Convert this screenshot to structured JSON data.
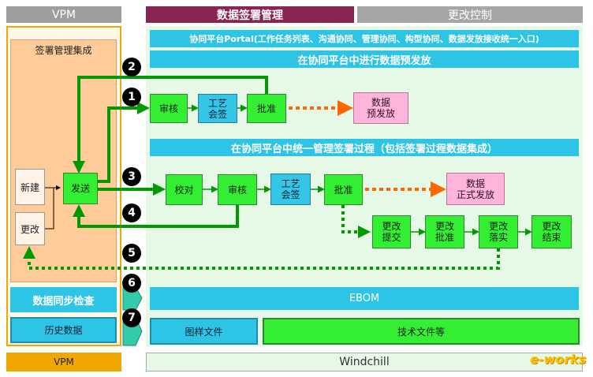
{
  "headers": {
    "vpm_top": "VPM",
    "data_signoff_mgmt": "数据签署管理",
    "change_control": "更改控制"
  },
  "left_panel": {
    "title": "签署管理集成",
    "new_label": "新建",
    "change_label": "更改",
    "send_label": "发送",
    "sync_check": "数据同步检查",
    "history_data": "历史数据",
    "vpm_bottom": "VPM"
  },
  "right_panel": {
    "portal_bar": "协同平台Portal(工作任务列表、沟通协同、管理协同、构型协同、数据发放接收统一入口)",
    "prerelease_bar": "在协同平台中进行数据预发放",
    "process_bar": "在协同平台中统一管理签署过程（包括签署过程数据集成）",
    "row1": {
      "review": "审核",
      "process_signoff": "工艺\n会签",
      "approve": "批准",
      "target": "数据\n预发放"
    },
    "row2": {
      "proofread": "校对",
      "review": "审核",
      "process_signoff": "工艺\n会签",
      "approve": "批准",
      "target": "数据\n正式发放"
    },
    "row3": {
      "change_submit": "更改\n提交",
      "change_approve": "更改\n批准",
      "change_implement": "更改\n落实",
      "change_close": "更改\n结束"
    },
    "ebom": "EBOM",
    "drawing_files": "图样文件",
    "tech_docs": "技术文件等",
    "windchill": "Windchill"
  },
  "step_numbers": [
    "1",
    "2",
    "3",
    "4",
    "5",
    "6",
    "7"
  ],
  "watermark": "e-works",
  "colors": {
    "gray_header": "#9e9e9e",
    "maroon_header": "#8a2452",
    "orange_border": "#f0a800",
    "peach_fill": "#ffcc99",
    "light_green_bg": "#e6f8e6",
    "cyan_bar": "#2ec4e6",
    "green_box": "#33ee33",
    "pink_box": "#ffb4dc",
    "arrow_green": "#009a00",
    "arrow_orange": "#ff6600"
  }
}
